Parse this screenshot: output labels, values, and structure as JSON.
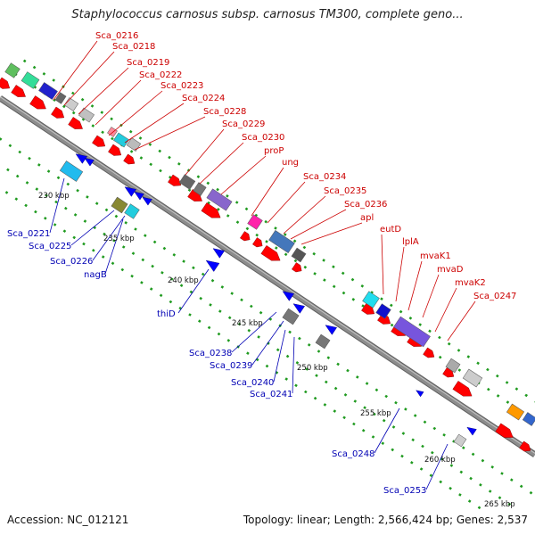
{
  "title": "Staphylococcus carnosus subsp. carnosus TM300, complete geno...",
  "footer": {
    "accession": "Accession: NC_012121",
    "topology": "Topology: linear; Length: 2,566,424 bp; Genes: 2,537"
  },
  "colors": {
    "axis": "#8c8c8c",
    "top_label": "#cc0000",
    "bottom_label": "#0000b4",
    "dots": "#1f9a1f",
    "forward_cds": "#ff0000",
    "reverse_cds": "#0000ff"
  },
  "scale_ticks": [
    "230 kbp",
    "235 kbp",
    "240 kbp",
    "245 kbp",
    "250 kbp",
    "255 kbp",
    "260 kbp",
    "265 kbp"
  ],
  "top_labels": [
    "Sca_0216",
    "Sca_0218",
    "Sca_0219",
    "Sca_0222",
    "Sca_0223",
    "Sca_0224",
    "Sca_0228",
    "Sca_0229",
    "Sca_0230",
    "proP",
    "ung",
    "Sca_0234",
    "Sca_0235",
    "Sca_0236",
    "apl",
    "eutD",
    "lplA",
    "mvaK1",
    "mvaD",
    "mvaK2",
    "Sca_0247"
  ],
  "bottom_labels": [
    "Sca_0221",
    "Sca_0225",
    "Sca_0226",
    "nagB",
    "thiD",
    "Sca_0238",
    "Sca_0239",
    "Sca_0240",
    "Sca_0241",
    "Sca_0248",
    "Sca_0253"
  ]
}
